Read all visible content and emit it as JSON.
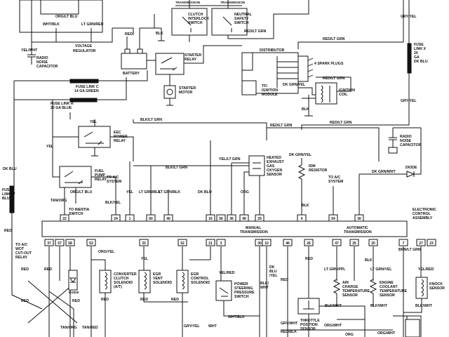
{
  "top": {
    "transmission_left": "TRANSMISSION",
    "transmission_right": "TRANSMISSION",
    "clutch_interlock_switch": [
      "CLUTCH",
      "INTERLOCK",
      "SWITCH"
    ],
    "neutral_safety_switch": [
      "NEUTRAL",
      "SAFETY",
      "SWITCH"
    ],
    "org_lt_blu": "ORG/LT BLU",
    "wht_blk": "WHT/BLK",
    "lt_grn_red": "LT GRN/RED",
    "red_lt_grn_a": "RED/LT GRN",
    "red": "RED",
    "blk": "BLK",
    "yel_wht": "YEL/WHT",
    "voltage_regulator": [
      "VOLTAGE",
      "REGULATOR"
    ],
    "radio_noise_capacitor_left": [
      "RADIO",
      "NOISE",
      "CAPACITOR"
    ],
    "battery": "BATTERY",
    "starter_relay": [
      "STARTER",
      "RELAY"
    ],
    "starter_motor": [
      "STARTER",
      "MOTOR"
    ],
    "distributor": "DISTRIBUTOR",
    "spark_plugs": "4 SPARK PLUGS",
    "tfi_module": [
      "TFI",
      "IGNITION",
      "MODULE"
    ],
    "ignition_coil": [
      "IGNITION",
      "COIL"
    ],
    "dk_grn_yel": "DK GRN/YEL",
    "red_lt_grn_b": "RED/LT GRN",
    "blk_coil": "BLK",
    "gry_yel_a": "GRY/YEL",
    "gry_yel_b": "GRY/YEL",
    "fuse_link_x": [
      "FUSE",
      "LINK X",
      "20",
      "GA",
      "DK BLU"
    ],
    "fuse_link_c": [
      "FUSE LINK C",
      "14 GA GREEN"
    ],
    "fuse_link_r": [
      "FUSE LINK R",
      "20 GA BLUE"
    ],
    "red_lt_grn_c": "RED/LT GRN"
  },
  "middle": {
    "yel_a": "YEL",
    "eec_power_relay": [
      "EEC",
      "POWER",
      "RELAY"
    ],
    "blk_lt_grn_a": "BLK/LT GRN",
    "red_lt_grn_d": "RED/LT GRN",
    "radio_noise_capacitor_right": [
      "RADIO",
      "NOISE",
      "CAPACITOR"
    ],
    "yel": "YEL",
    "fuel_pump_relay": [
      "FUEL",
      "PUMP",
      "RELAY"
    ],
    "to_ac_system_a": [
      "TO A/C",
      "SYSTEM"
    ],
    "org_lt_blu_b": "ORG/LT BLU",
    "blk_lt_grn_b": "BLK/LT GRN",
    "yel_lt_grn": "YEL/LT GRN",
    "heated_sensor": [
      "HEATED",
      "EXHAUST",
      "GAS",
      "OXYGEN",
      "SENSOR"
    ],
    "dk_grn_yel_b": "DK GRN/YEL",
    "idm_resistor": [
      "IDM",
      "RESISTOR"
    ],
    "diode": "DIODE",
    "dk_grn_wht": "DK GRN/WHT",
    "fuse_link_w": [
      "FUSE",
      "LINK W",
      "BLU"
    ],
    "dk_blu": "DK BLU",
    "red_fl": "RED",
    "tan_org": "TAN/ORG",
    "to_inertia": [
      "TO INERTIA",
      "SWITCH"
    ],
    "blk_yel": "BLK/YEL",
    "lt_grn_blk_a": "LT GRN/BLK",
    "lt_grn_blk_b": "LT GRN/BLK",
    "dk_blu_b": "DK BLU",
    "org": "ORG",
    "to_ac_system_b": [
      "TO A/C",
      "SYSTEM"
    ],
    "eca": [
      "ELECTRONIC",
      "CONTROL",
      "ASSEMBLY"
    ],
    "blk_mid": "BLK",
    "red_yel": "RED",
    "to_ac_wot": [
      "TO A/C",
      "WOT",
      "CUT-OUT",
      "RELAY"
    ]
  },
  "pins_top": [
    "22",
    "24",
    "1",
    "60",
    "40",
    "16",
    "56",
    "36",
    "49",
    "29",
    "4",
    "54",
    "30"
  ],
  "pins_bottom": [
    "37",
    "57",
    "58",
    "53",
    "33",
    "52",
    "21",
    "3",
    "30",
    "10",
    "46",
    "26",
    "47",
    "25",
    "20",
    "7",
    "27",
    "23"
  ],
  "bottom": {
    "manual_transmission": [
      "MANUAL",
      "TRANSMISSION"
    ],
    "automatic_transmission": [
      "AUTOMATIC",
      "TRANSMISSION"
    ],
    "org_yel": "ORG/YEL",
    "red_a": "RED",
    "diode_b": "DIODE",
    "converter": [
      "CONVERTER",
      "CLUTCH",
      "SOLENOID",
      "(A/T)"
    ],
    "yel_b": "YEL",
    "egr_vent": [
      "EGR",
      "VENT",
      "SOLENOID"
    ],
    "egr_control": [
      "EGR",
      "CONTROL",
      "SOLENOID"
    ],
    "red_b": "RED",
    "red_c": "RED",
    "red_d": "RED",
    "red_e": "RED",
    "red_f": "RED",
    "red_g": "RED",
    "red_h": "RED",
    "red_i": "RED",
    "tan_org": "TAN/ORG",
    "tan_red": "TAN/RED",
    "gry_yel": "GRY/YEL",
    "wht": "WHT",
    "yel_red": "YEL/RED",
    "ps_switch": [
      "POWER",
      "STEERING",
      "PRESSURE",
      "SWITCH"
    ],
    "wht_blk": "WHT/BLK",
    "dk_blu_yel": [
      "DK",
      "BLU",
      "/YEL"
    ],
    "blk_wht_a": [
      "BLK/",
      "WHT"
    ],
    "lt_grn_ppl": "LT GRN/PPL",
    "lt_grn_yel": "LT GRN/YEL",
    "air_charge": [
      "AIR",
      "CHARGE",
      "TEMPERATURE",
      "SENSOR"
    ],
    "engine_coolant": [
      "ENGINE",
      "COOLANT",
      "TEMPERATURE",
      "SENSOR"
    ],
    "brn_lt_grn": "BRN/LT GRN",
    "yel_red_b": "YEL/RED",
    "knock_sensor": [
      "KNOCK",
      "SENSOR"
    ],
    "blk_wht_b": "BLK/WHT",
    "blk_wht_c": "BLK/WHT",
    "blk_wht_d": "BLK/WHT",
    "blk": "BLK",
    "gry_wht": "GRY/WHT",
    "red_blk": "RED/BLK",
    "org_wht": "ORG/WHT",
    "org_wht_b": "ORG/WHT",
    "throttle": [
      "THROTTLE",
      "POSITION",
      "SENSOR"
    ],
    "org": "ORG"
  }
}
